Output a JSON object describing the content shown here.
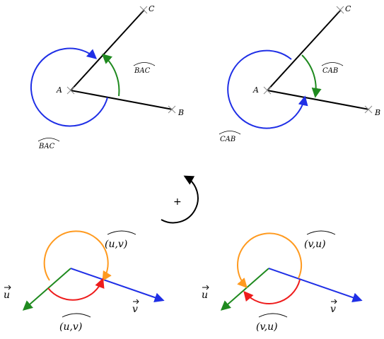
{
  "colors": {
    "blue": "#1f2fe6",
    "green": "#1f8a1f",
    "orange": "#ff9a1f",
    "red": "#ee1c1c",
    "black": "#000000"
  },
  "top_left": {
    "point_a": "A",
    "point_b": "B",
    "point_c": "C",
    "green_angle_label": "BAC",
    "blue_angle_label": "BAC"
  },
  "top_right": {
    "point_a": "A",
    "point_b": "B",
    "point_c": "C",
    "green_angle_label": "CAB",
    "blue_angle_label": "CAB"
  },
  "orientation": {
    "symbol": "+",
    "icon": "counterclockwise-arrow-icon"
  },
  "bottom_left": {
    "vector_u": "u",
    "vector_v": "v",
    "upper_label": "(u,v)",
    "lower_label": "(u,v)"
  },
  "bottom_right": {
    "vector_u": "u",
    "vector_v": "v",
    "upper_label": "(v,u)",
    "lower_label": "(v,u)"
  }
}
